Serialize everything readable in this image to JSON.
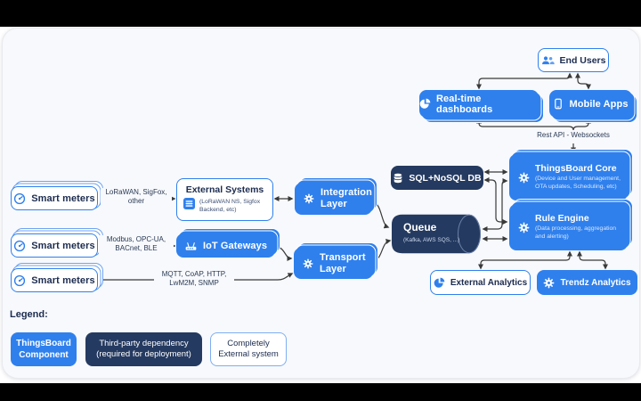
{
  "colors": {
    "accent_blue": "#2F80ED",
    "dark_navy": "#253A60",
    "text_navy": "#1C2C4F",
    "canvas": "#F7F9FC",
    "connector": "#3A3A3A"
  },
  "nodes": {
    "end_users": {
      "label": "End Users",
      "icon": "users-icon"
    },
    "realtime_dashboards": {
      "label": "Real-time dashboards",
      "icon": "pie-chart-icon"
    },
    "mobile_apps": {
      "label": "Mobile Apps",
      "icon": "phone-icon"
    },
    "thingsboard_core": {
      "title": "ThingsBoard Core",
      "subtitle": "(Device and User management, OTA updates, Scheduling, etc)",
      "icon": "gear-icon"
    },
    "rule_engine": {
      "title": "Rule Engine",
      "subtitle": "(Data processing, aggregation and alerting)",
      "icon": "gear-icon"
    },
    "sql_nosql_db": {
      "label": "SQL+NoSQL DB",
      "icon": "database-icon"
    },
    "queue": {
      "title": "Queue",
      "subtitle": "(Kafka, AWS SQS, ...)"
    },
    "smart_meters": {
      "label": "Smart meters",
      "icon": "gauge-icon"
    },
    "external_systems": {
      "title": "External Systems",
      "subtitle": "(LoRaWAN NS, Sigfox Backend, etc)",
      "icon": "server-icon"
    },
    "iot_gateways": {
      "label": "IoT Gateways",
      "icon": "router-icon"
    },
    "integration_layer": {
      "label": "Integration Layer",
      "icon": "gear-icon"
    },
    "transport_layer": {
      "label": "Transport Layer",
      "icon": "gear-icon"
    },
    "external_analytics": {
      "label": "External Analytics",
      "icon": "pie-chart-icon"
    },
    "trendz_analytics": {
      "label": "Trendz Analytics",
      "icon": "gear-icon"
    }
  },
  "edge_labels": {
    "smart_to_external": "LoRaWAN, SigFox, other",
    "smart_to_gateways": "Modbus, OPC-UA, BACnet, BLE",
    "smart_to_transport": "MQTT, CoAP, HTTP, LwM2M, SNMP",
    "apps_to_core": "Rest API - Websockets"
  },
  "legend": {
    "title": "Legend:",
    "items": [
      {
        "label": "ThingsBoard Component",
        "type": "thingsboard-component"
      },
      {
        "label": "Third-party dependency (required for deployment)",
        "type": "third-party-dependency"
      },
      {
        "label": "Completely External system",
        "type": "completely-external-system"
      }
    ]
  }
}
